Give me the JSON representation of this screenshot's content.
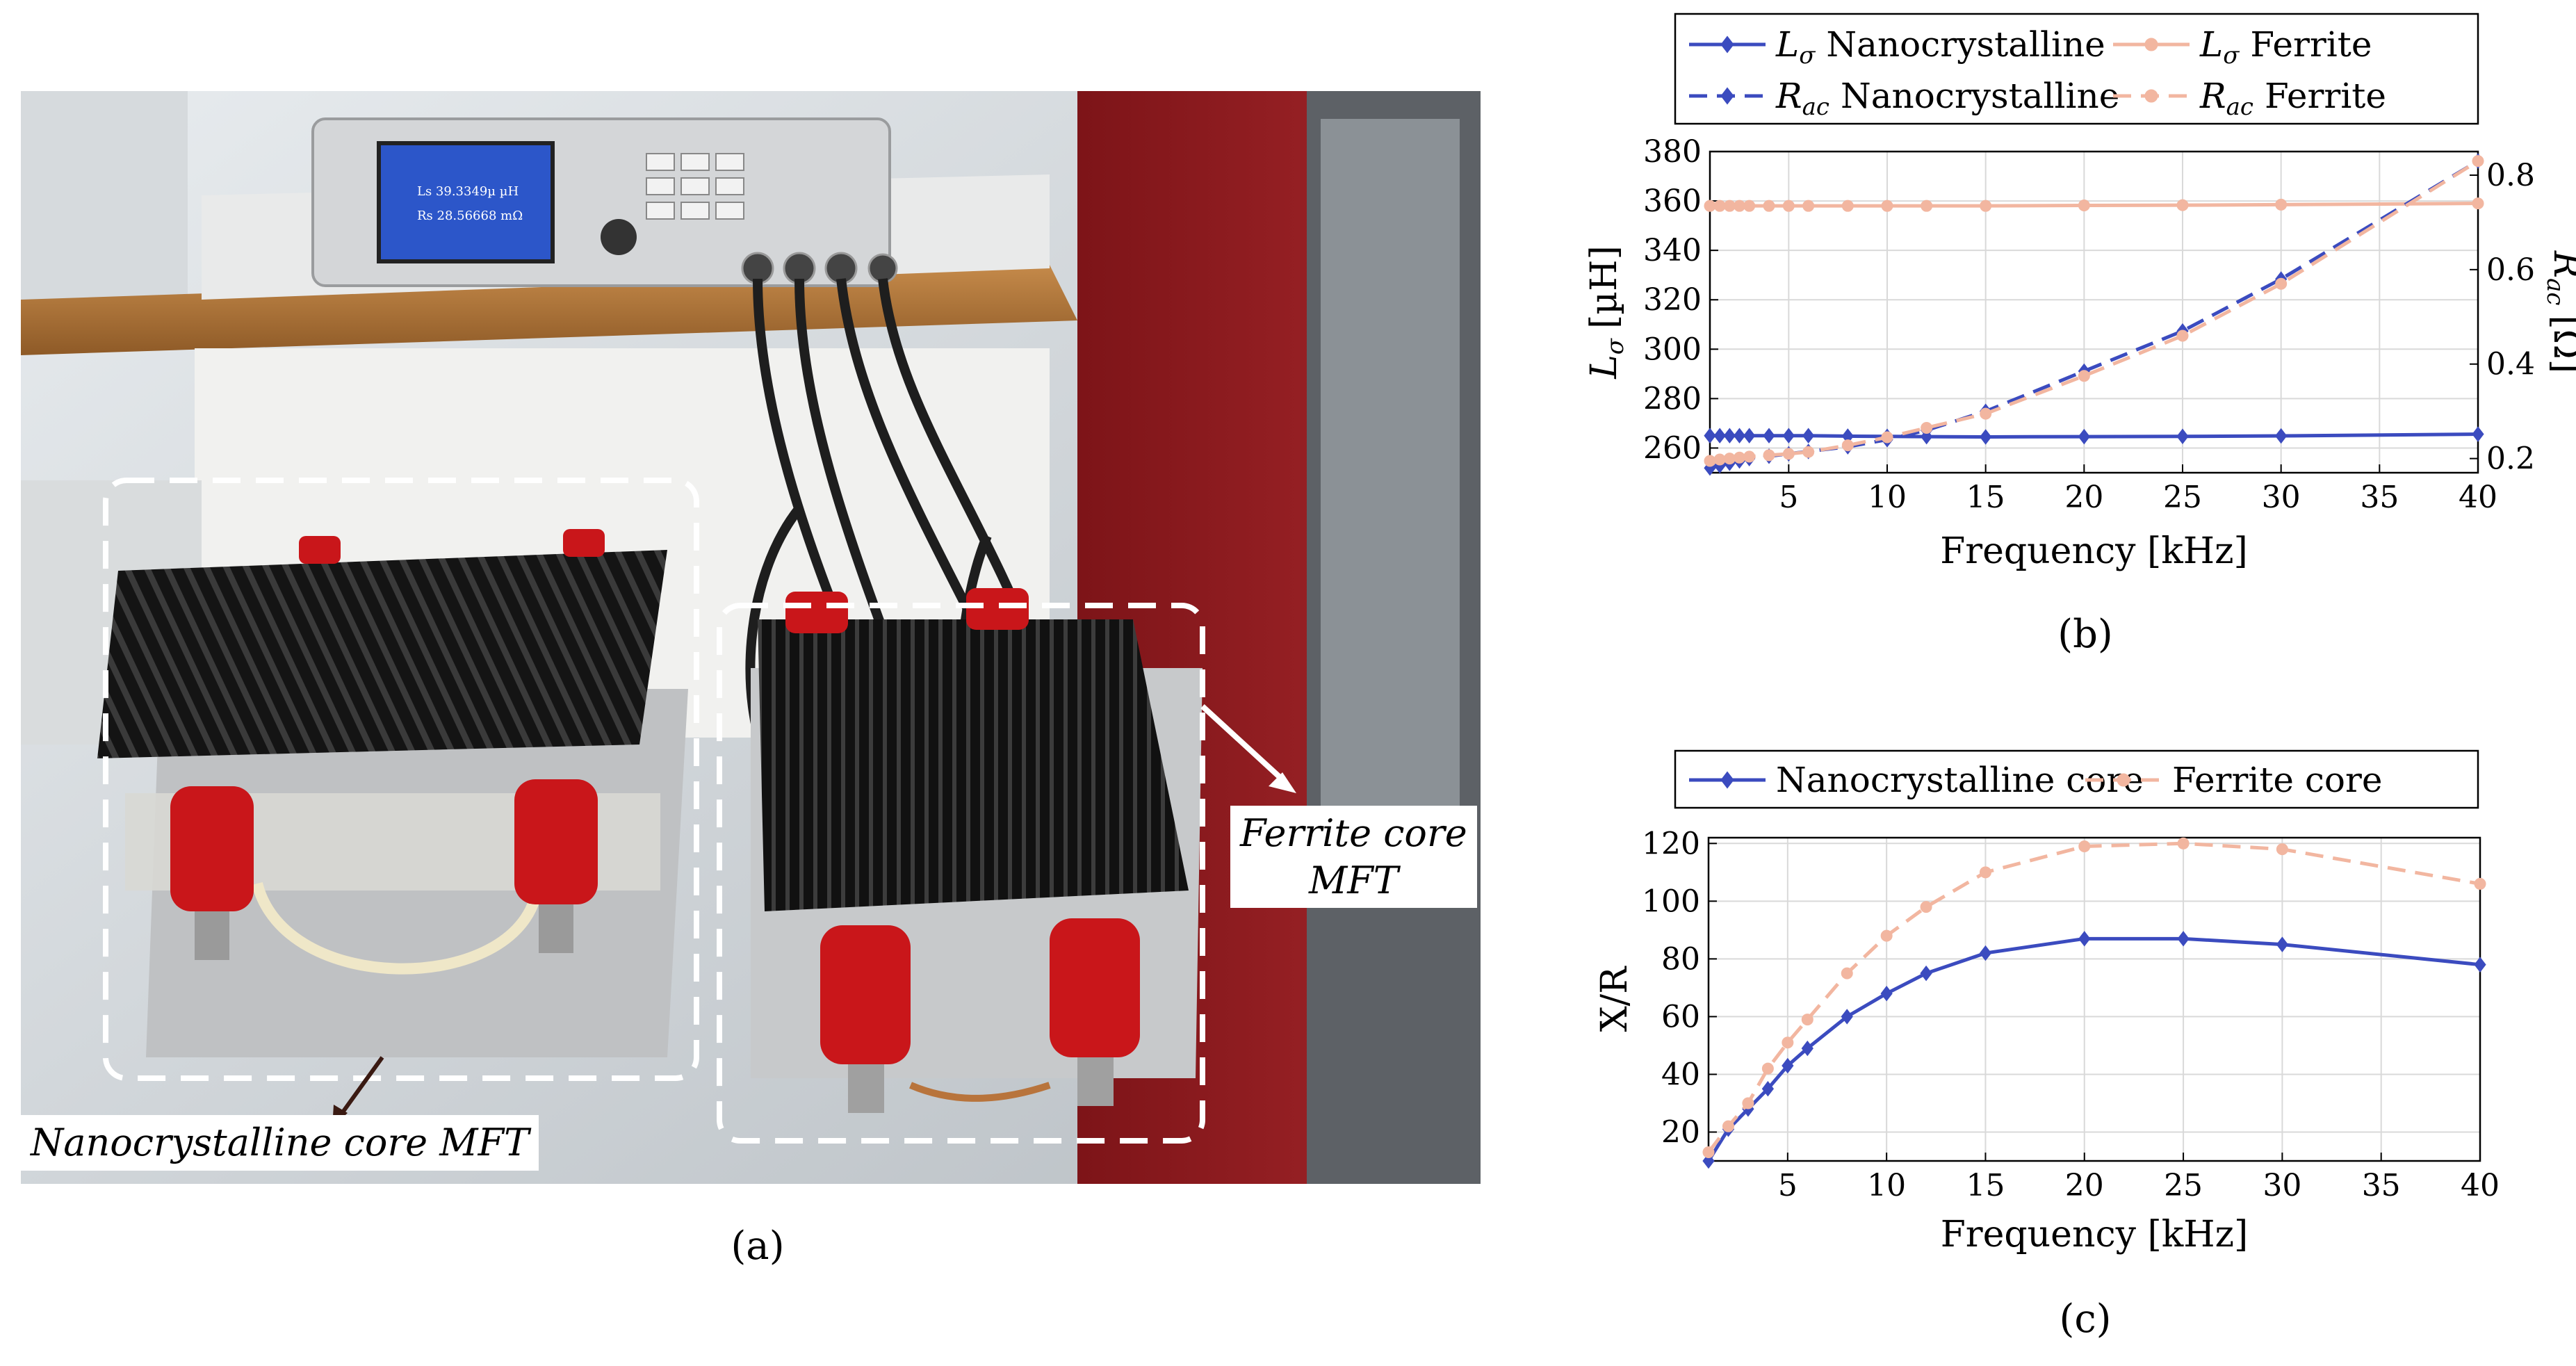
{
  "panel_a": {
    "caption": "(a)",
    "labels": {
      "nanocrystalline": "Nanocrystalline core MFT",
      "ferrite_line1": "Ferrite core",
      "ferrite_line2": "MFT"
    },
    "instrument_display": {
      "line1": "Ls  39.3349µ µH",
      "line2": "Rs  28.56668 mΩ"
    }
  },
  "panel_b": {
    "caption": "(b)",
    "legend": [
      {
        "sym": "L",
        "sub": "σ",
        "text": "Nanocrystalline"
      },
      {
        "sym": "L",
        "sub": "σ",
        "text": "Ferrite"
      },
      {
        "sym": "R",
        "sub": "ac",
        "text": "Nanocrystalline"
      },
      {
        "sym": "R",
        "sub": "ac",
        "text": "Ferrite"
      }
    ],
    "ylabel_left": {
      "sym": "L",
      "sub": "σ",
      "unit": "[µH]"
    },
    "ylabel_right": {
      "sym": "R",
      "sub": "ac",
      "unit": "[Ω]"
    },
    "xlabel": "Frequency [kHz]"
  },
  "panel_c": {
    "caption": "(c)",
    "xlabel": "Frequency [kHz]",
    "ylabel": "X/R"
  },
  "colors": {
    "nanocrystalline": "#3b4bbf",
    "ferrite": "#f2b6a0"
  },
  "chart_data": [
    {
      "type": "line",
      "panel": "b",
      "xlabel": "Frequency [kHz]",
      "ylabel": "Lσ [µH]",
      "ylabel_right": "Rac [Ω]",
      "xlim": [
        1,
        40
      ],
      "ylim": [
        250,
        380
      ],
      "ylim_right": [
        0.17,
        0.85
      ],
      "xticks": [
        5,
        10,
        15,
        20,
        25,
        30,
        35,
        40
      ],
      "yticks": [
        260,
        280,
        300,
        320,
        340,
        360,
        380
      ],
      "yticks_right": [
        0.2,
        0.4,
        0.6,
        0.8
      ],
      "grid": true,
      "legend_position": "top",
      "x": [
        1,
        1.5,
        2,
        2.5,
        3,
        4,
        5,
        6,
        8,
        10,
        12,
        15,
        20,
        25,
        30,
        40
      ],
      "series": [
        {
          "name": "Lσ Nanocrystalline",
          "axis": "left",
          "style": "solid",
          "marker": "diamond",
          "color": "#3b4bbf",
          "values": [
            265,
            265,
            265,
            265,
            265,
            265,
            265,
            265,
            264.8,
            264.7,
            264.6,
            264.5,
            264.6,
            264.7,
            264.9,
            265.6
          ]
        },
        {
          "name": "Lσ Ferrite",
          "axis": "left",
          "style": "solid",
          "marker": "circle",
          "color": "#f2b6a0",
          "values": [
            358,
            358,
            358,
            358,
            358,
            358,
            358,
            358,
            358,
            358,
            358,
            358,
            358.2,
            358.3,
            358.5,
            359
          ]
        },
        {
          "name": "Rac Nanocrystalline",
          "axis": "right",
          "style": "dashed",
          "marker": "diamond",
          "color": "#3b4bbf",
          "values": [
            0.18,
            0.185,
            0.19,
            0.195,
            0.2,
            0.205,
            0.21,
            0.215,
            0.225,
            0.24,
            0.26,
            0.3,
            0.385,
            0.47,
            0.58,
            0.83
          ]
        },
        {
          "name": "Rac Ferrite",
          "axis": "right",
          "style": "dashed",
          "marker": "circle",
          "color": "#f2b6a0",
          "values": [
            0.195,
            0.198,
            0.2,
            0.202,
            0.204,
            0.207,
            0.21,
            0.214,
            0.228,
            0.245,
            0.265,
            0.295,
            0.375,
            0.46,
            0.57,
            0.83
          ]
        }
      ]
    },
    {
      "type": "line",
      "panel": "c",
      "xlabel": "Frequency [kHz]",
      "ylabel": "X/R",
      "xlim": [
        1,
        40
      ],
      "ylim": [
        10,
        122
      ],
      "xticks": [
        5,
        10,
        15,
        20,
        25,
        30,
        35,
        40
      ],
      "yticks": [
        20,
        40,
        60,
        80,
        100,
        120
      ],
      "grid": true,
      "legend_position": "top",
      "x": [
        1,
        2,
        3,
        4,
        5,
        6,
        8,
        10,
        12,
        15,
        20,
        25,
        30,
        40
      ],
      "series": [
        {
          "name": "Nanocrystalline core",
          "style": "solid",
          "marker": "diamond",
          "color": "#3b4bbf",
          "values": [
            10,
            21,
            28,
            35,
            43,
            49,
            60,
            68,
            75,
            82,
            87,
            87,
            85,
            78
          ]
        },
        {
          "name": "Ferrite core",
          "style": "dashed",
          "marker": "circle",
          "color": "#f2b6a0",
          "values": [
            13,
            22,
            30,
            42,
            51,
            59,
            75,
            88,
            98,
            110,
            119,
            120,
            118,
            106
          ]
        }
      ]
    }
  ]
}
